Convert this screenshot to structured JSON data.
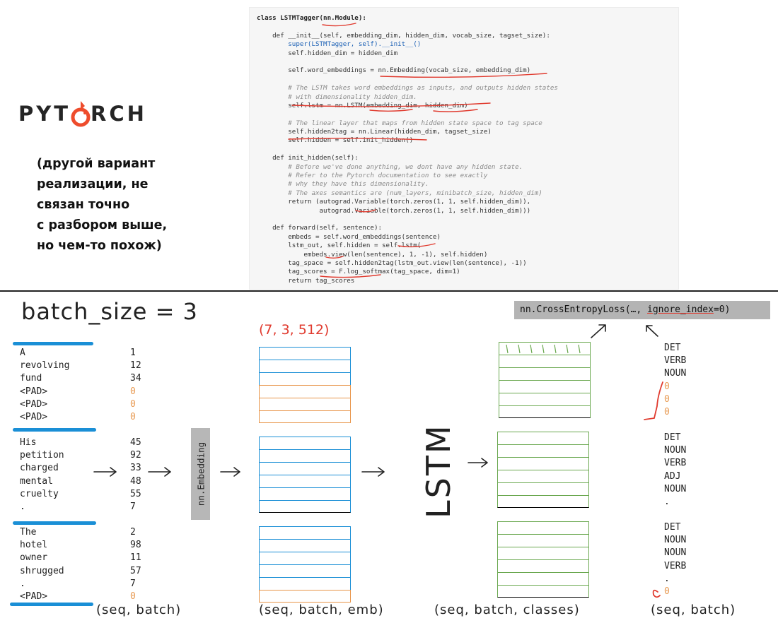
{
  "logo": {
    "text_left": "PYT",
    "text_right": "RCH"
  },
  "note_lines": [
    "(другой вариант",
    "реализации, не",
    "связан точно",
    "с разбором выше,",
    "но чем-то похож)"
  ],
  "code_lines": [
    "class LSTMTagger(nn.Module):",
    "",
    "    def __init__(self, embedding_dim, hidden_dim, vocab_size, tagset_size):",
    "        super(LSTMTagger, self).__init__()",
    "        self.hidden_dim = hidden_dim",
    "",
    "        self.word_embeddings = nn.Embedding(vocab_size, embedding_dim)",
    "",
    "        # The LSTM takes word embeddings as inputs, and outputs hidden states",
    "        # with dimensionality hidden_dim.",
    "        self.lstm = nn.LSTM(embedding_dim, hidden_dim)",
    "",
    "        # The linear layer that maps from hidden state space to tag space",
    "        self.hidden2tag = nn.Linear(hidden_dim, tagset_size)",
    "        self.hidden = self.init_hidden()",
    "",
    "    def init_hidden(self):",
    "        # Before we've done anything, we dont have any hidden state.",
    "        # Refer to the Pytorch documentation to see exactly",
    "        # why they have this dimensionality.",
    "        # The axes semantics are (num_layers, minibatch_size, hidden_dim)",
    "        return (autograd.Variable(torch.zeros(1, 1, self.hidden_dim)),",
    "                autograd.Variable(torch.zeros(1, 1, self.hidden_dim)))",
    "",
    "    def forward(self, sentence):",
    "        embeds = self.word_embeddings(sentence)",
    "        lstm_out, self.hidden = self.lstm(",
    "            embeds.view(len(sentence), 1, -1), self.hidden)",
    "        tag_space = self.hidden2tag(lstm_out.view(len(sentence), -1))",
    "        tag_scores = F.log_softmax(tag_space, dim=1)",
    "        return tag_scores"
  ],
  "diagram": {
    "batch_size_label": "batch_size = 3",
    "embedding_label": "nn.Embedding",
    "lstm_label": "LSTM",
    "shape_label": "(7, 3, 512)",
    "loss_prefix": "nn.CrossEntropyLoss(…, ",
    "loss_param": "ignore_index",
    "loss_suffix": "=0)",
    "dim_labels": {
      "seq_batch": "(seq, batch)",
      "seq_batch_emb": "(seq, batch, emb)",
      "seq_batch_classes": "(seq, batch, classes)",
      "seq_batch_out": "(seq, batch)"
    },
    "sentences": [
      {
        "words": [
          "A",
          "revolving",
          "fund",
          "<PAD>",
          "<PAD>",
          "<PAD>"
        ],
        "ids": [
          "1",
          "12",
          "34",
          "0",
          "0",
          "0"
        ],
        "tags": [
          "DET",
          "VERB",
          "NOUN",
          "0",
          "0",
          "0"
        ]
      },
      {
        "words": [
          "His",
          "petition",
          "charged",
          "mental",
          "cruelty",
          "."
        ],
        "ids": [
          "45",
          "92",
          "33",
          "48",
          "55",
          "7"
        ],
        "tags": [
          "DET",
          "NOUN",
          "VERB",
          "ADJ",
          "NOUN",
          "."
        ]
      },
      {
        "words": [
          "The",
          "hotel",
          "owner",
          "shrugged",
          ".",
          "<PAD>"
        ],
        "ids": [
          "2",
          "98",
          "11",
          "57",
          "7",
          "0"
        ],
        "tags": [
          "DET",
          "NOUN",
          "NOUN",
          "VERB",
          ".",
          "0"
        ]
      }
    ]
  },
  "colors": {
    "annotation_red": "#e03a2e",
    "pad_orange": "#e8954a",
    "grid_blue": "#1a8fd6",
    "grid_green": "#6aa84f"
  }
}
